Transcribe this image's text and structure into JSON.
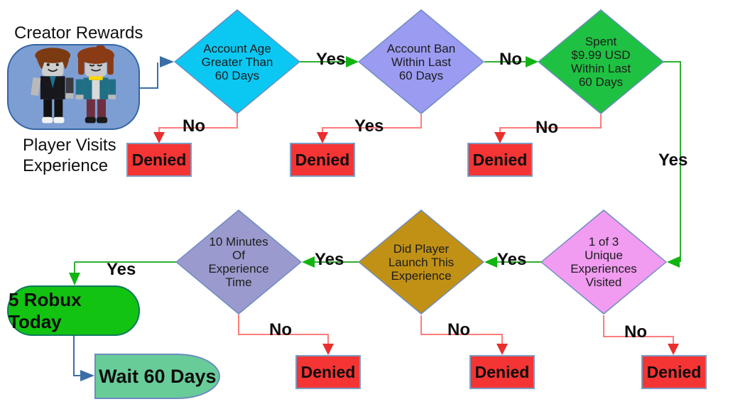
{
  "diagram_title": "Creator Rewards",
  "colors": {
    "edge-yes": "#2fae2f",
    "edge-yes-arrow": "#12b412",
    "edge-no": "#fd7c7c",
    "edge-no-arrow": "#e92e2e",
    "edge-flow": "#3a6ea5",
    "node-border": "#6b8cbf",
    "start-border": "#3465a4",
    "reward-border": "#0e7a5c"
  },
  "start_node": {
    "title": "Creator Rewards",
    "caption": "Player Visits\nExperience",
    "fill": "#7d9ed3",
    "illustration": "roblox-avatars"
  },
  "decisions": {
    "account_age": {
      "text": "Account Age\nGreater Than\n60 Days",
      "fill": "#0bc8f2"
    },
    "account_ban": {
      "text": "Account Ban\nWithin Last\n60 Days",
      "fill": "#9b9bf2"
    },
    "spent_usd": {
      "text": "Spent\n$9.99 USD\nWithin Last\n60 Days",
      "fill": "#1fc142"
    },
    "unique_experiences": {
      "text": "1 of 3\nUnique\nExperiences\nVisited",
      "fill": "#f19bf1"
    },
    "launch_experience": {
      "text": "Did Player\nLaunch This\nExperience",
      "fill": "#c19115"
    },
    "experience_time": {
      "text": "10 Minutes\nOf\nExperience\nTime",
      "fill": "#9a9ace"
    }
  },
  "outcomes": {
    "denied_label": "Denied",
    "denied_fill": "#f53434",
    "reward_label": "5 Robux Today",
    "reward_fill": "#12c312",
    "wait_label": "Wait 60 Days",
    "wait_fill": "#68cc99"
  },
  "edge_labels": {
    "yes": "Yes",
    "no": "No"
  }
}
